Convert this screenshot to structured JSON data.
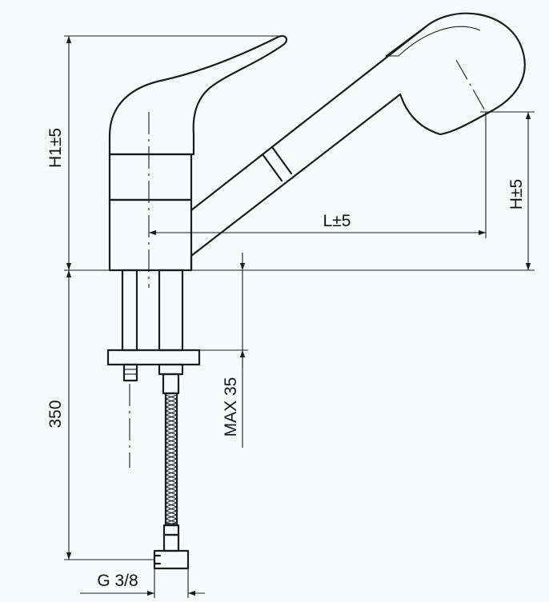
{
  "drawing": {
    "dimensions": {
      "h1": "H1±5",
      "h": "H±5",
      "l": "L±5",
      "max_depth": "MAX 35",
      "hose_length": "350",
      "thread": "G 3/8"
    }
  }
}
